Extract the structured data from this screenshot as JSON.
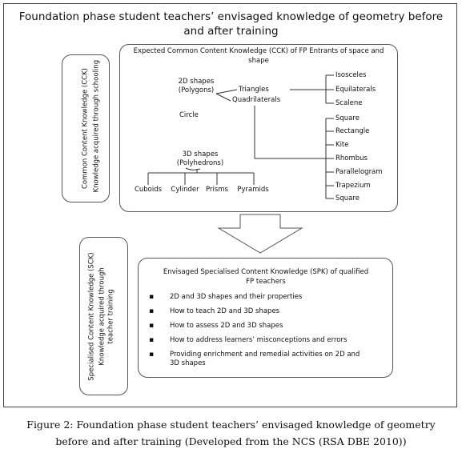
{
  "title": "Foundation phase student teachers’ envisaged knowledge of geometry before and after training",
  "cck_side": {
    "line1": "Common Content Knowledge (CCK)",
    "line2": "Knowledge acquired through schooling"
  },
  "cck_box": {
    "title": "Expected Common Content Knowledge (CCK) of FP Entrants of space and shape",
    "shapes2d": [
      "2D shapes",
      "(Polygons)"
    ],
    "triangles": "Triangles",
    "quadrilaterals": "Quadrilaterals",
    "triangle_types": [
      "Isosceles",
      "Equilaterals",
      "Scalene"
    ],
    "quadrilateral_types": [
      "Square",
      "Rectangle",
      "Kite",
      "Rhombus",
      "Parallelogram",
      "Trapezium",
      "Square"
    ],
    "circle": "Circle",
    "shapes3d": [
      "3D shapes",
      "(Polyhedrons)"
    ],
    "solids": [
      "Cuboids",
      "Cylinder",
      "Prisms",
      "Pyramids"
    ]
  },
  "sck_side": {
    "line1": "Specialised Content Knowledge (SCK)",
    "line2": "Knowledge acquired through",
    "line3": "teacher training"
  },
  "spk_box": {
    "title": [
      "Envisaged Specialised Content Knowledge (SPK) of qualified",
      "FP teachers"
    ],
    "items": [
      "2D and 3D shapes and their properties",
      "How to teach 2D and 3D shapes",
      "How to assess 2D and 3D shapes",
      "How to address learners’ misconceptions and errors",
      "Providing enrichment and remedial activities on 2D and",
      "3D shapes"
    ]
  },
  "caption": [
    "Figure 2: Foundation phase student teachers’ envisaged knowledge of geometry",
    "before and after training (Developed from the NCS (RSA DBE 2010))"
  ]
}
